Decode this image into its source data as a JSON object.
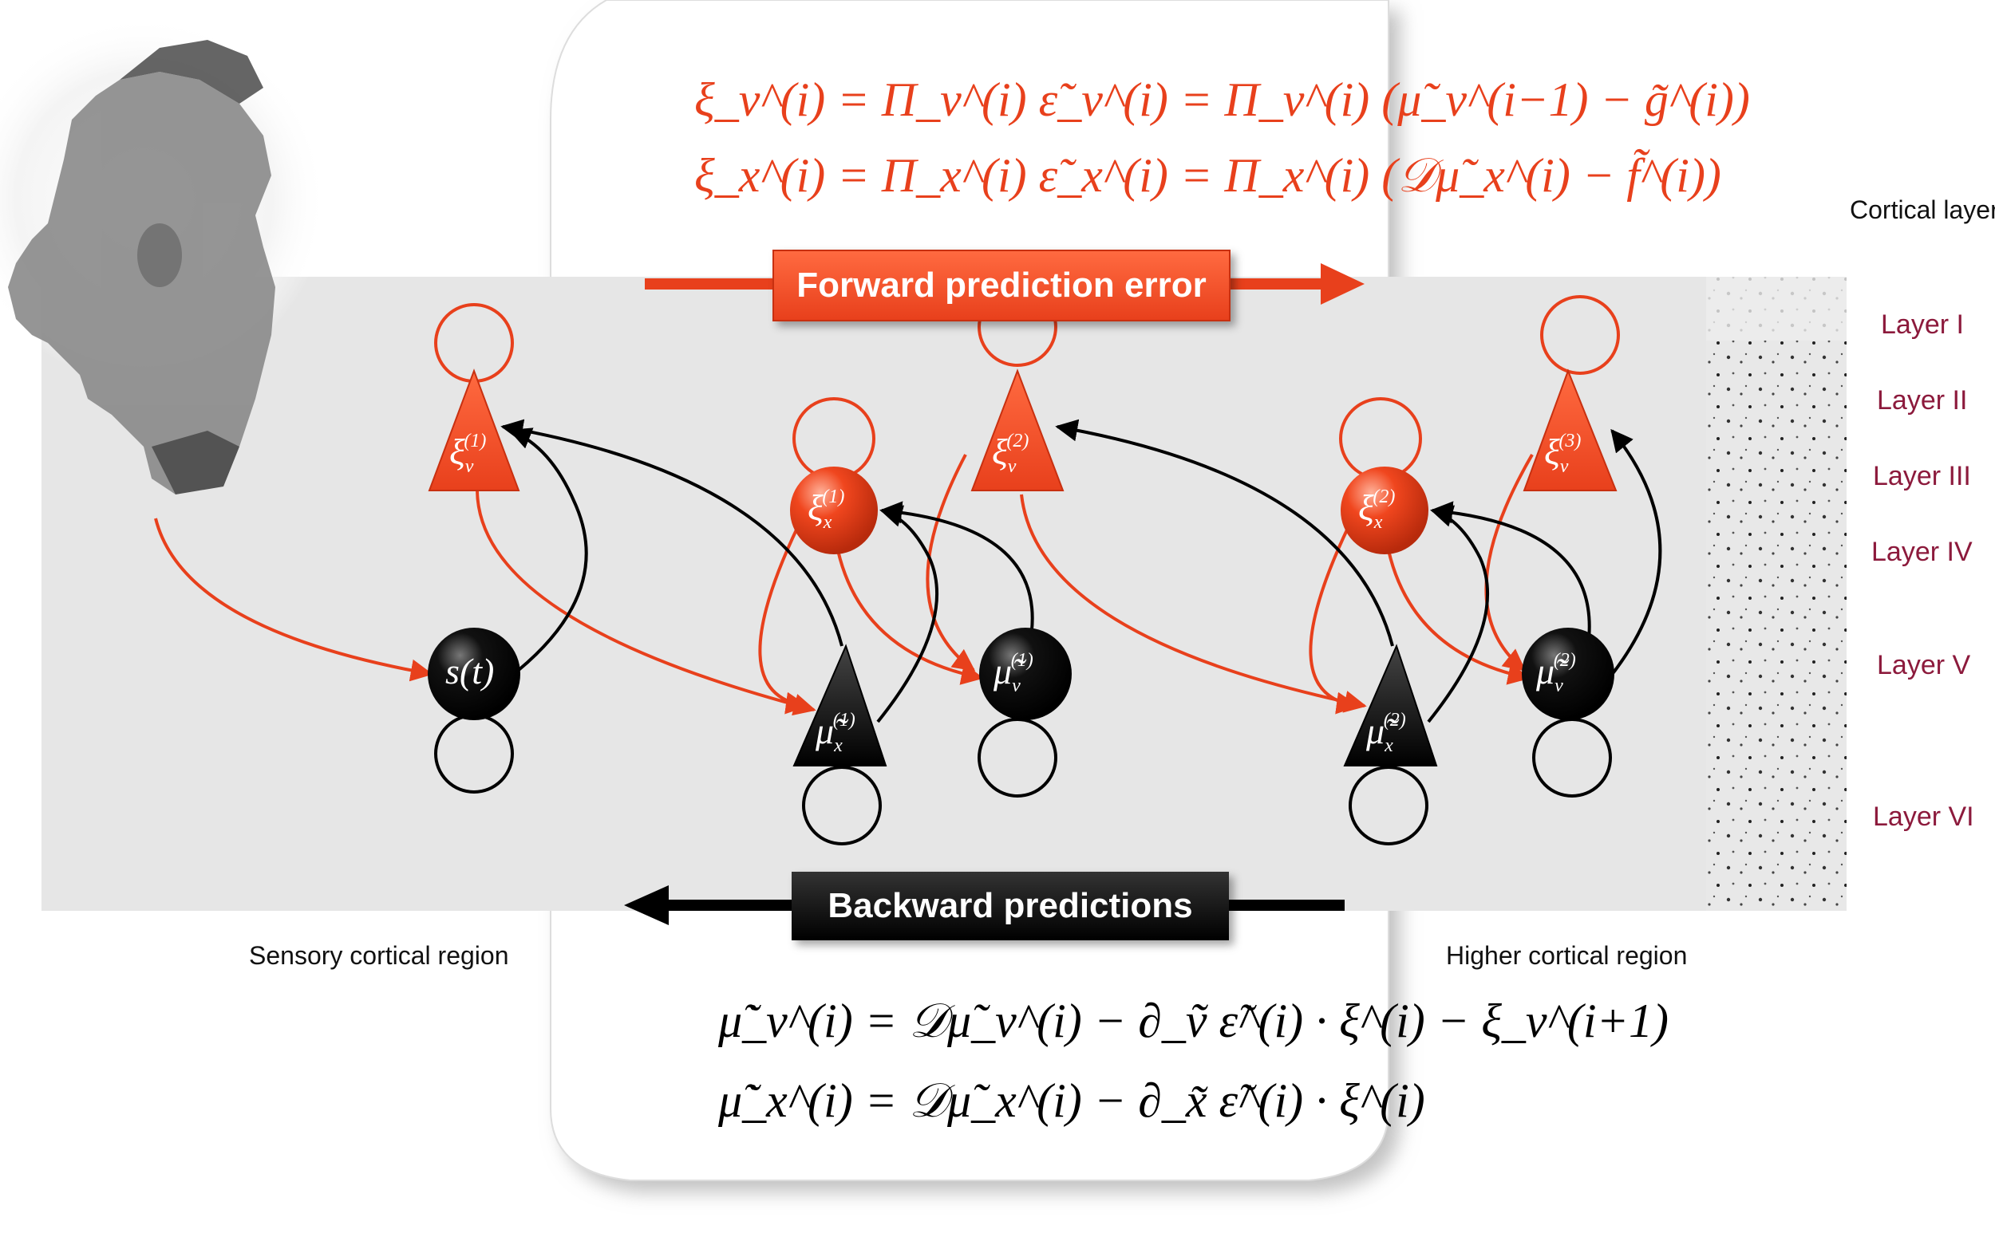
{
  "equations_top": {
    "line1": "ξ_v^(i) = Π_v^(i) ε̃_v^(i) = Π_v^(i) (μ̃_v^(i−1) − g̃^(i))",
    "line2": "ξ_x^(i) = Π_x^(i) ε̃_x^(i) = Π_x^(i) (𝒟μ̃_x^(i) − f̃^(i))"
  },
  "equations_bottom": {
    "line1": "μ̃̇_v^(i) = 𝒟μ̃_v^(i) − ∂_ṽ ε̃^(i) · ξ^(i) − ξ_v^(i+1)",
    "line2": "μ̃̇_x^(i) = 𝒟μ̃_x^(i) − ∂_x̃ ε̃^(i) · ξ^(i)"
  },
  "forward_label": "Forward prediction error",
  "backward_label": "Backward predictions",
  "region_left": "Sensory cortical region",
  "region_right": "Higher cortical region",
  "cortical_layer_title": "Cortical layer",
  "layers": [
    "Layer I",
    "Layer II",
    "Layer III",
    "Layer IV",
    "Layer V",
    "Layer VI"
  ],
  "nodes": {
    "s": "s(t)",
    "xi_v1": "ξ",
    "xi_v2": "ξ",
    "xi_v3": "ξ",
    "xi_x1": "ξ",
    "xi_x2": "ξ",
    "mu_x1": "μ̃",
    "mu_v1": "μ̃",
    "mu_x2": "μ̃",
    "mu_v2": "μ̃"
  },
  "colors": {
    "error_red": "#e8401c",
    "prediction_black": "#000000",
    "layer_label": "#8c1a3c",
    "panel_gray": "#e6e6e6"
  }
}
